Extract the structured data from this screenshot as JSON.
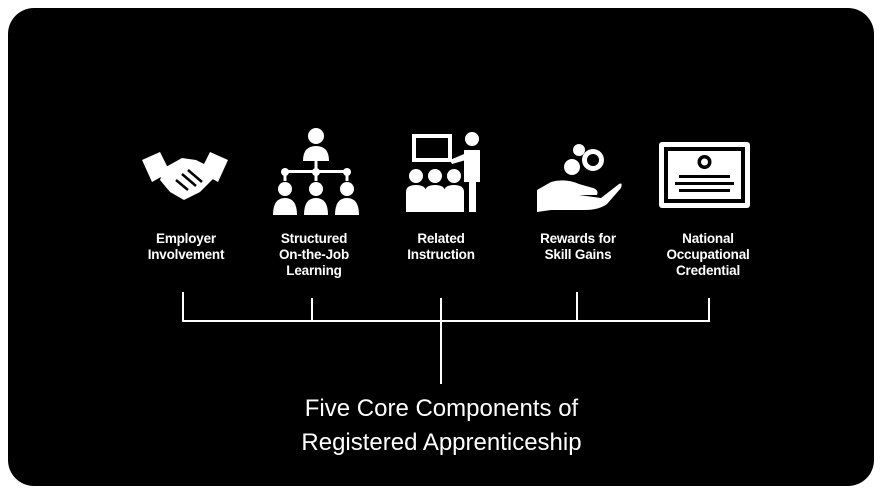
{
  "diagram": {
    "components": [
      {
        "label_lines": [
          "Employer",
          "Involvement"
        ],
        "icon": "handshake-icon"
      },
      {
        "label_lines": [
          "Structured",
          "On-the-Job",
          "Learning"
        ],
        "icon": "org-chart-icon"
      },
      {
        "label_lines": [
          "Related",
          "Instruction"
        ],
        "icon": "presentation-icon"
      },
      {
        "label_lines": [
          "Rewards for",
          "Skill Gains"
        ],
        "icon": "hand-coins-icon"
      },
      {
        "label_lines": [
          "National",
          "Occupational",
          "Credential"
        ],
        "icon": "certificate-icon"
      }
    ],
    "caption_lines": [
      "Five Core Components of",
      "Registered Apprenticeship"
    ],
    "colors": {
      "background": "#000000",
      "foreground": "#ffffff"
    }
  }
}
